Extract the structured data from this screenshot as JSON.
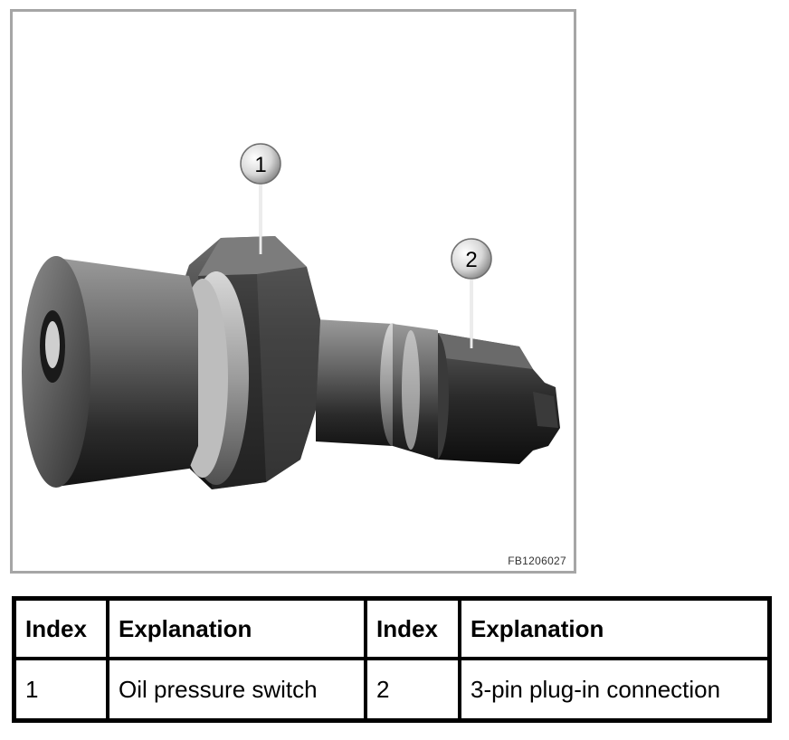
{
  "figure": {
    "code": "FB1206027",
    "callouts": [
      {
        "number": "1"
      },
      {
        "number": "2"
      }
    ]
  },
  "legend_table": {
    "headers": [
      "Index",
      "Explanation",
      "Index",
      "Explanation"
    ],
    "rows": [
      [
        "1",
        "Oil pressure switch",
        "2",
        "3-pin plug-in connection"
      ]
    ]
  }
}
